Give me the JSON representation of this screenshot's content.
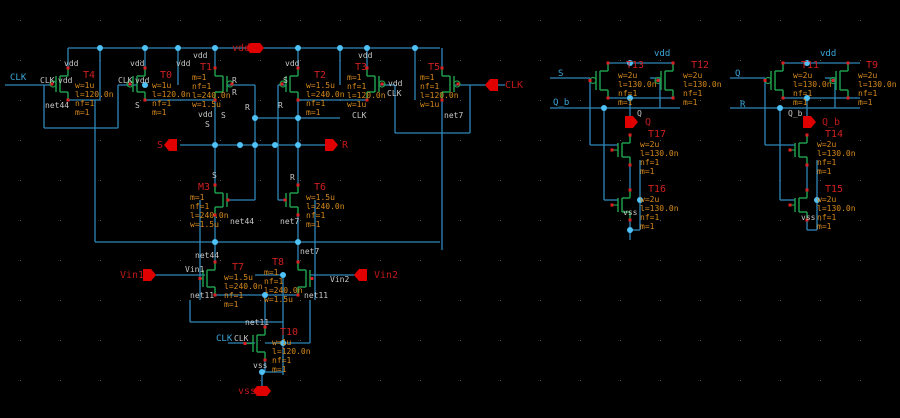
{
  "colors": {
    "background": "#000000",
    "wire": "#2f86b8",
    "junction": "#4fc3f7",
    "device": "#1f9a4a",
    "pin": "#e00000",
    "param": "#d88a1c",
    "instance": "#d02020",
    "net_label": "#c8c8c8"
  },
  "instances": [
    {
      "name": "T4",
      "type": "pmos",
      "params": [
        "w=1u",
        "l=120.0n",
        "nf=1",
        "m=1"
      ]
    },
    {
      "name": "T0",
      "type": "pmos",
      "params": [
        "w=1u",
        "l=120.0n",
        "nf=1",
        "m=1"
      ]
    },
    {
      "name": "T1",
      "type": "pmos",
      "params": [
        "m=1",
        "nf=1",
        "l=240.0n",
        "w=1.5u"
      ]
    },
    {
      "name": "T2",
      "type": "pmos",
      "params": [
        "w=1.5u",
        "l=240.0n",
        "nf=1",
        "m=1"
      ]
    },
    {
      "name": "T3",
      "type": "pmos",
      "params": [
        "m=1",
        "nf=1",
        "l=120.0n",
        "w=1u"
      ]
    },
    {
      "name": "T5",
      "type": "pmos",
      "params": [
        "m=1",
        "nf=1",
        "l=120.0n",
        "w=1u"
      ]
    },
    {
      "name": "M3",
      "type": "nmos",
      "params": [
        "m=1",
        "nf=1",
        "l=240.0n",
        "w=1.5u"
      ]
    },
    {
      "name": "T6",
      "type": "nmos",
      "params": [
        "w=1.5u",
        "l=240.0n",
        "nf=1",
        "m=1"
      ]
    },
    {
      "name": "T7",
      "type": "nmos",
      "params": [
        "w=1.5u",
        "l=240.0n",
        "nf=1",
        "m=1"
      ]
    },
    {
      "name": "T8",
      "type": "nmos",
      "params": [
        "m=1",
        "nf=1",
        "l=240.0n",
        "w=1.5u"
      ]
    },
    {
      "name": "T10",
      "type": "nmos",
      "params": [
        "w=1u",
        "l=120.0n",
        "nf=1",
        "m=1"
      ]
    },
    {
      "name": "T13",
      "type": "pmos",
      "params": [
        "w=2u",
        "l=130.0n",
        "nf=1",
        "m=1"
      ]
    },
    {
      "name": "T12",
      "type": "pmos",
      "params": [
        "w=2u",
        "l=130.0n",
        "nf=1",
        "m=1"
      ]
    },
    {
      "name": "T17",
      "type": "nmos",
      "params": [
        "w=2u",
        "l=130.0n",
        "nf=1",
        "m=1"
      ]
    },
    {
      "name": "T16",
      "type": "nmos",
      "params": [
        "w=2u",
        "l=130.0n",
        "nf=1",
        "m=1"
      ]
    },
    {
      "name": "T11",
      "type": "pmos",
      "params": [
        "w=2u",
        "l=130.0n",
        "nf=1",
        "m=1"
      ]
    },
    {
      "name": "T9",
      "type": "pmos",
      "params": [
        "w=2u",
        "l=130.0n",
        "nf=1",
        "m=1"
      ]
    },
    {
      "name": "T14",
      "type": "nmos",
      "params": [
        "w=2u",
        "l=130.0n",
        "nf=1",
        "m=1"
      ]
    },
    {
      "name": "T15",
      "type": "nmos",
      "params": [
        "w=2u",
        "l=130.0n",
        "nf=1",
        "m=1"
      ]
    }
  ],
  "pins": [
    "vdd",
    "CLK",
    "S",
    "R",
    "Vin1",
    "Vin2",
    "vss",
    "Q",
    "Q_b"
  ],
  "wire_labels": [
    "CLK",
    "CLK",
    "S",
    "Q_b",
    "vdd",
    "Q",
    "R",
    "vdd"
  ],
  "net_labels": [
    "vdd",
    "CLK",
    "vdd",
    "net44",
    "vdd",
    "CLK",
    "vdd",
    "S",
    "vdd",
    "vdd",
    "R",
    "S",
    "S",
    "vdd",
    "R",
    "vdd",
    "R",
    "vdd",
    "CLK",
    "vdd",
    "CLK",
    "net7",
    "S",
    "R",
    "S",
    "R",
    "net44",
    "net7",
    "net44",
    "net7",
    "Vin1",
    "Vin2",
    "net11",
    "net11",
    "net11",
    "CLK",
    "vss",
    "Q",
    "vss",
    "Q_b",
    "vss"
  ]
}
